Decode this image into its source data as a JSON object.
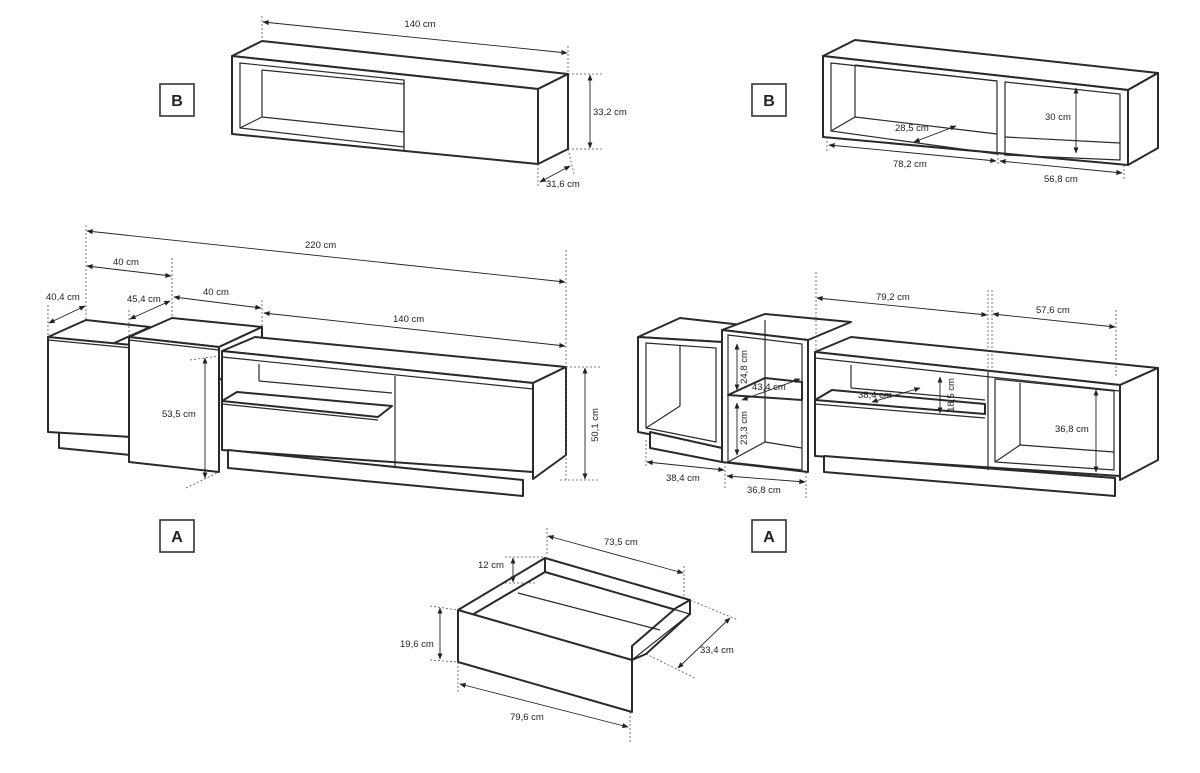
{
  "labels": {
    "b": "B",
    "a": "A"
  },
  "shelf_front": {
    "width": "140 cm",
    "height": "33,2 cm",
    "depth": "31,6 cm"
  },
  "shelf_back": {
    "inner_depth": "28,5 cm",
    "inner_height": "30 cm",
    "left_width": "78,2 cm",
    "right_width": "56,8 cm"
  },
  "tv_front": {
    "total_width": "220 cm",
    "cab1_width": "40 cm",
    "cab1_depth": "40,4 cm",
    "cab2_depth": "45,4 cm",
    "cab2_width": "40 cm",
    "main_width": "140 cm",
    "cab2_height": "53,5 cm",
    "main_height": "50,1 cm"
  },
  "tv_back": {
    "drawer_width": "79,2 cm",
    "right_width": "57,6 cm",
    "upper_gap": "24,8 cm",
    "shelf_depth": "43,4 cm",
    "drawer_depth": "38,4 cm",
    "drawer_height": "18,5 cm",
    "lower_gap": "23,3 cm",
    "right_height": "36,8 cm",
    "left_width": "38,4 cm",
    "mid_width": "36,8 cm"
  },
  "drawer": {
    "inner_width": "73,5 cm",
    "side_height": "12 cm",
    "front_height": "19,6 cm",
    "depth": "33,4 cm",
    "front_width": "79,6 cm"
  }
}
